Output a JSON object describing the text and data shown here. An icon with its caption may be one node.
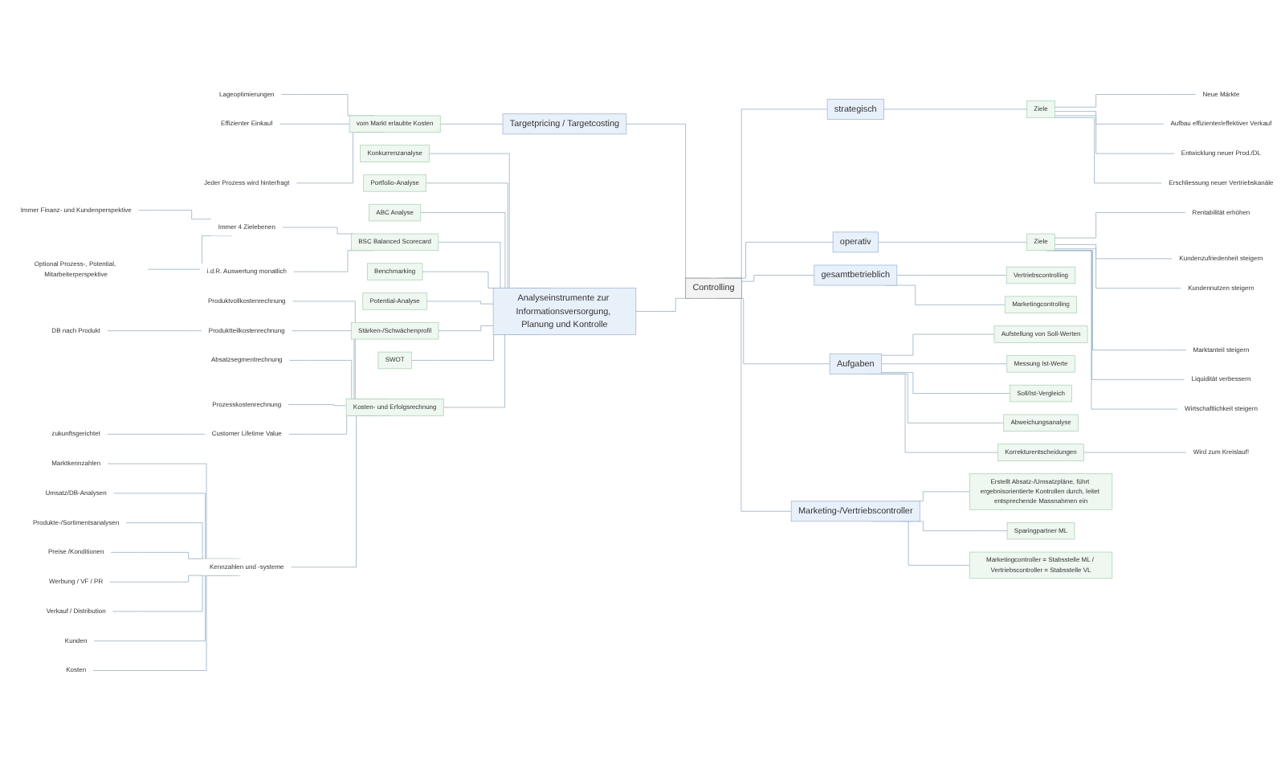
{
  "diagram": {
    "nodes": [
      {
        "text": [
          "Controlling"
        ]
      },
      {
        "text": [
          "Targetpricing / Targetcosting"
        ]
      },
      {
        "text": [
          "vom Markt erlaubte Kosten"
        ]
      },
      {
        "text": [
          "Lageoptimierungen"
        ]
      },
      {
        "text": [
          "Effizienter Einkauf"
        ]
      },
      {
        "text": [
          "Jeder Prozess wird hinterfragt"
        ]
      },
      {
        "text": [
          "Analyseinstrumente zur Informationsversorgung, Planung und Kontrolle"
        ]
      },
      {
        "text": [
          "Konkurrenzanalyse"
        ]
      },
      {
        "text": [
          "Portfolio-Analyse"
        ]
      },
      {
        "text": [
          "ABC Analyse"
        ]
      },
      {
        "text": [
          "BSC Balanced Scorecard"
        ]
      },
      {
        "text": [
          "Immer 4 Zielebenen"
        ]
      },
      {
        "text": [
          "Immer Finanz- und Kundenperspektive"
        ]
      },
      {
        "text": [
          "Optional Prozess-, Potential, Mitarbeiterperspektive"
        ]
      },
      {
        "text": [
          "i.d.R. Auswertung monatlich"
        ]
      },
      {
        "text": [
          "Benchmarking"
        ]
      },
      {
        "text": [
          "Potential-Analyse"
        ]
      },
      {
        "text": [
          "Stärken-/Schwächenprofil"
        ]
      },
      {
        "text": [
          "SWOT"
        ]
      },
      {
        "text": [
          "Kosten- und Erfolgsrechnung"
        ]
      },
      {
        "text": [
          "Produktvollkostenrechnung"
        ]
      },
      {
        "text": [
          "Produktteilkostenrechnung"
        ]
      },
      {
        "text": [
          "DB nach Produkt"
        ]
      },
      {
        "text": [
          "Absatzsegmentrechnung"
        ]
      },
      {
        "text": [
          "Prozesskostenrechnung"
        ]
      },
      {
        "text": [
          "Customer Lifetime Value"
        ]
      },
      {
        "text": [
          "zukunftsgerichtet"
        ]
      },
      {
        "text": [
          "Kennzahlen und -systeme"
        ]
      },
      {
        "text": [
          "Marktkennzahlen"
        ]
      },
      {
        "text": [
          "Umsatz/DB-Analysen"
        ]
      },
      {
        "text": [
          "Produkte-/Sortimentsanalysen"
        ]
      },
      {
        "text": [
          "Preise /Konditionen"
        ]
      },
      {
        "text": [
          "Werbung / VF / PR"
        ]
      },
      {
        "text": [
          "Verkauf / Distribution"
        ]
      },
      {
        "text": [
          "Kunden"
        ]
      },
      {
        "text": [
          "Kosten"
        ]
      },
      {
        "text": [
          "strategisch"
        ]
      },
      {
        "text": [
          "Ziele"
        ]
      },
      {
        "text": [
          "Neue Märkte"
        ]
      },
      {
        "text": [
          "Aufbau effizienter/effektiver Verkauf"
        ]
      },
      {
        "text": [
          "Entwicklung neuer Prod./DL"
        ]
      },
      {
        "text": [
          "Erschliessung neuer Vertriebskanäle"
        ]
      },
      {
        "text": [
          "operativ"
        ]
      },
      {
        "text": [
          "Ziele"
        ]
      },
      {
        "text": [
          "Rentabilität erhöhen"
        ]
      },
      {
        "text": [
          "Kundenzufriedenheit steigern"
        ]
      },
      {
        "text": [
          "Kundennutzen steigern"
        ]
      },
      {
        "text": [
          "Marktanteil steigern"
        ]
      },
      {
        "text": [
          "Liquidität verbessern"
        ]
      },
      {
        "text": [
          "Wirtschaftlichkeit steigern"
        ]
      },
      {
        "text": [
          "gesamtbetrieblich"
        ]
      },
      {
        "text": [
          "Vertriebscontrolling"
        ]
      },
      {
        "text": [
          "Marketingcontrolling"
        ]
      },
      {
        "text": [
          "Aufgaben"
        ]
      },
      {
        "text": [
          "Aufstellung von Soll-Werten"
        ]
      },
      {
        "text": [
          "Messung Ist-Werte"
        ]
      },
      {
        "text": [
          "Soll/Ist-Vergleich"
        ]
      },
      {
        "text": [
          "Abweichungsanalyse"
        ]
      },
      {
        "text": [
          "Korrekturentscheidungen"
        ]
      },
      {
        "text": [
          "Wird zum Kreislauf!"
        ]
      },
      {
        "text": [
          "Marketing-/Vertriebscontroller"
        ]
      },
      {
        "text": [
          "Erstellt Absatz-/Umsatzpläne, führt ergebnisorientierte Kontrollen durch, leitet entsprechende Massnahmen ein"
        ]
      },
      {
        "text": [
          "Sparingpartner ML"
        ]
      },
      {
        "text": [
          "Marketingcontroller = Stabsstelle ML / Vertriebscontroller = Stabsstelle VL"
        ]
      }
    ],
    "edges": [
      {
        "from": 1,
        "to": 0,
        "arrow": "none"
      },
      {
        "from": 2,
        "to": 1,
        "arrow": "none"
      },
      {
        "from": 3,
        "to": 2,
        "arrow": "none"
      },
      {
        "from": 4,
        "to": 2,
        "arrow": "none"
      },
      {
        "from": 5,
        "to": 2,
        "arrow": "none"
      },
      {
        "from": 6,
        "to": 0,
        "arrow": "none"
      },
      {
        "from": 7,
        "to": 6,
        "arrow": "none"
      },
      {
        "from": 8,
        "to": 6,
        "arrow": "none"
      },
      {
        "from": 9,
        "to": 6,
        "arrow": "none"
      },
      {
        "from": 10,
        "to": 6,
        "arrow": "none"
      },
      {
        "from": 11,
        "to": 10,
        "arrow": "none"
      },
      {
        "from": 12,
        "to": 11,
        "arrow": "none"
      },
      {
        "from": 13,
        "to": 11,
        "arrow": "none"
      },
      {
        "from": 14,
        "to": 10,
        "arrow": "none"
      },
      {
        "from": 15,
        "to": 6,
        "arrow": "none"
      },
      {
        "from": 16,
        "to": 6,
        "arrow": "none"
      },
      {
        "from": 17,
        "to": 6,
        "arrow": "none"
      },
      {
        "from": 18,
        "to": 6,
        "arrow": "none"
      },
      {
        "from": 19,
        "to": 6,
        "arrow": "none"
      },
      {
        "from": 20,
        "to": 19,
        "arrow": "none"
      },
      {
        "from": 21,
        "to": 19,
        "arrow": "none"
      },
      {
        "from": 22,
        "to": 21,
        "arrow": "none"
      },
      {
        "from": 23,
        "to": 19,
        "arrow": "none"
      },
      {
        "from": 24,
        "to": 19,
        "arrow": "none"
      },
      {
        "from": 25,
        "to": 19,
        "arrow": "none"
      },
      {
        "from": 26,
        "to": 25,
        "arrow": "none"
      },
      {
        "from": 27,
        "to": 19,
        "arrow": "none"
      },
      {
        "from": 28,
        "to": 27,
        "arrow": "none"
      },
      {
        "from": 29,
        "to": 27,
        "arrow": "none"
      },
      {
        "from": 30,
        "to": 27,
        "arrow": "none"
      },
      {
        "from": 31,
        "to": 27,
        "arrow": "none"
      },
      {
        "from": 32,
        "to": 27,
        "arrow": "none"
      },
      {
        "from": 33,
        "to": 27,
        "arrow": "none"
      },
      {
        "from": 34,
        "to": 27,
        "arrow": "none"
      },
      {
        "from": 35,
        "to": 27,
        "arrow": "none"
      },
      {
        "from": 0,
        "to": 36,
        "arrow": "none"
      },
      {
        "from": 36,
        "to": 37,
        "arrow": "none"
      },
      {
        "from": 37,
        "to": 38,
        "arrow": "none"
      },
      {
        "from": 37,
        "to": 39,
        "arrow": "none"
      },
      {
        "from": 37,
        "to": 40,
        "arrow": "none"
      },
      {
        "from": 37,
        "to": 41,
        "arrow": "none"
      },
      {
        "from": 0,
        "to": 42,
        "arrow": "none"
      },
      {
        "from": 42,
        "to": 43,
        "arrow": "none"
      },
      {
        "from": 43,
        "to": 44,
        "arrow": "none"
      },
      {
        "from": 43,
        "to": 45,
        "arrow": "none"
      },
      {
        "from": 43,
        "to": 46,
        "arrow": "none"
      },
      {
        "from": 43,
        "to": 47,
        "arrow": "none"
      },
      {
        "from": 43,
        "to": 48,
        "arrow": "none"
      },
      {
        "from": 43,
        "to": 49,
        "arrow": "none"
      },
      {
        "from": 0,
        "to": 50,
        "arrow": "none"
      },
      {
        "from": 50,
        "to": 51,
        "arrow": "none"
      },
      {
        "from": 50,
        "to": 52,
        "arrow": "none"
      },
      {
        "from": 0,
        "to": 53,
        "arrow": "none"
      },
      {
        "from": 53,
        "to": 54,
        "arrow": "none"
      },
      {
        "from": 53,
        "to": 55,
        "arrow": "none"
      },
      {
        "from": 53,
        "to": 56,
        "arrow": "none"
      },
      {
        "from": 53,
        "to": 57,
        "arrow": "none"
      },
      {
        "from": 53,
        "to": 58,
        "arrow": "none"
      },
      {
        "from": 58,
        "to": 59,
        "arrow": "none"
      },
      {
        "from": 0,
        "to": 60,
        "arrow": "none"
      },
      {
        "from": 60,
        "to": 61,
        "arrow": "none"
      },
      {
        "from": 60,
        "to": 62,
        "arrow": "none"
      },
      {
        "from": 60,
        "to": 63,
        "arrow": "none"
      }
    ]
  }
}
